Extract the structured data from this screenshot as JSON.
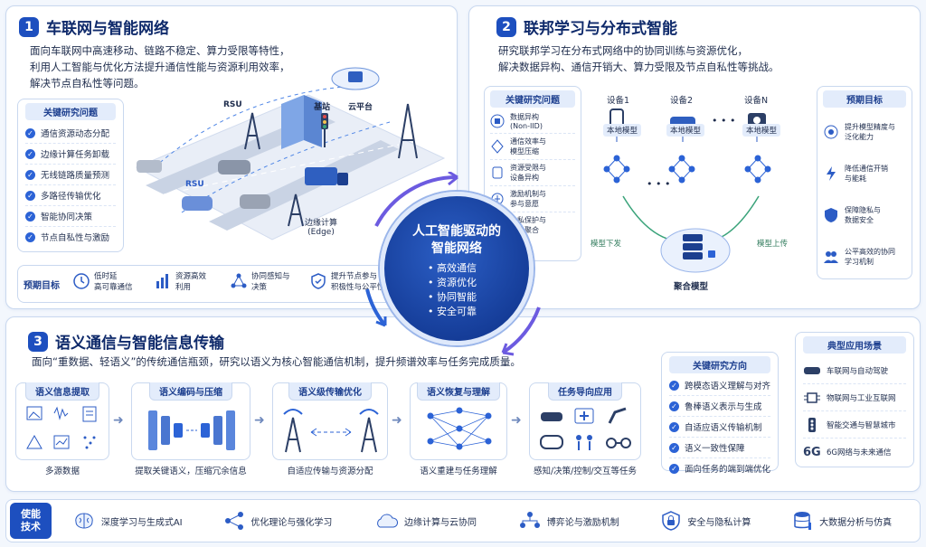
{
  "section1": {
    "num": "1",
    "title": "车联网与智能网络",
    "desc": [
      "面向车联网中高速移动、链路不稳定、算力受限等特性，",
      "利用人工智能与优化方法提升通信性能与资源利用效率，",
      "解决节点自私性等问题。"
    ],
    "key_title": "关键研究问题",
    "key_items": [
      "通信资源动态分配",
      "边缘计算任务卸载",
      "无线链路质量预测",
      "多路径传输优化",
      "智能协同决策",
      "节点自私性与激励"
    ],
    "scene_labels": {
      "rsu_top": "RSU",
      "rsu_car": "RSU",
      "base": "基站",
      "cloud": "云平台",
      "edge": "边缘计算",
      "edge2": "(Edge)"
    },
    "goal_label": "预期目标",
    "goals": [
      "低时延\n高可靠通信",
      "资源高效\n利用",
      "协同感知与\n决策",
      "提升节点参与\n积极性与公平性"
    ]
  },
  "section2": {
    "num": "2",
    "title": "联邦学习与分布式智能",
    "desc": [
      "研究联邦学习在分布式网络中的协同训练与资源优化，",
      "解决数据异构、通信开销大、算力受限及节点自私性等挑战。"
    ],
    "key_title": "关键研究问题",
    "key_items": [
      "数据异构\n(Non-IID)",
      "通信效率与\n模型压缩",
      "资源受限与\n设备异构",
      "激励机制与\n参与意愿",
      "隐私保护与\n安全聚合"
    ],
    "devices": [
      "设备1",
      "设备2",
      "设备N"
    ],
    "ellipsis": "• • •",
    "local_model": "本地模型",
    "down_label": "模型下发",
    "up_label": "模型上传",
    "agg_label": "聚合模型",
    "goal_title": "预期目标",
    "goals": [
      "提升模型精度与\n泛化能力",
      "降低通信开销\n与能耗",
      "保障隐私与\n数据安全",
      "公平高效的协同\n学习机制"
    ]
  },
  "center": {
    "title": [
      "人工智能驱动的",
      "智能网络"
    ],
    "items": [
      "高效通信",
      "资源优化",
      "协同智能",
      "安全可靠"
    ]
  },
  "section3": {
    "num": "3",
    "title": "语义通信与智能信息传输",
    "desc": "面向“重数据、轻语义”的传统通信瓶颈，研究以语义为核心智能通信机制，提升频谱效率与任务完成质量。",
    "stages": [
      {
        "title": "语义信息提取",
        "caption": "多源数据"
      },
      {
        "title": "语义编码与压缩",
        "caption": "提取关键语义，压缩冗余信息"
      },
      {
        "title": "语义级传输优化",
        "caption": "自适应传输与资源分配"
      },
      {
        "title": "语义恢复与理解",
        "caption": "语义重建与任务理解"
      },
      {
        "title": "任务导向应用",
        "caption": "感知/决策/控制/交互等任务"
      }
    ],
    "dir_title": "关键研究方向",
    "dir_items": [
      "跨模态语义理解与对齐",
      "鲁棒语义表示与生成",
      "自适应语义传输机制",
      "语义一致性保障",
      "面向任务的端到端优化"
    ],
    "app_title": "典型应用场景",
    "apps": [
      "车联网与自动驾驶",
      "物联网与工业互联网",
      "智能交通与智慧城市",
      "6G网络与未来通信"
    ],
    "app_6g": "6G"
  },
  "enabling": {
    "tag": [
      "使能",
      "技术"
    ],
    "items": [
      "深度学习与生成式AI",
      "优化理论与强化学习",
      "边缘计算与云协同",
      "博弈论与激励机制",
      "安全与隐私计算",
      "大数据分析与仿真"
    ]
  },
  "colors": {
    "primary": "#1d4fbf",
    "dark": "#0f2a6b",
    "accent": "#2c63d6",
    "border": "#c9d8ef",
    "green": "#3aa37a"
  }
}
